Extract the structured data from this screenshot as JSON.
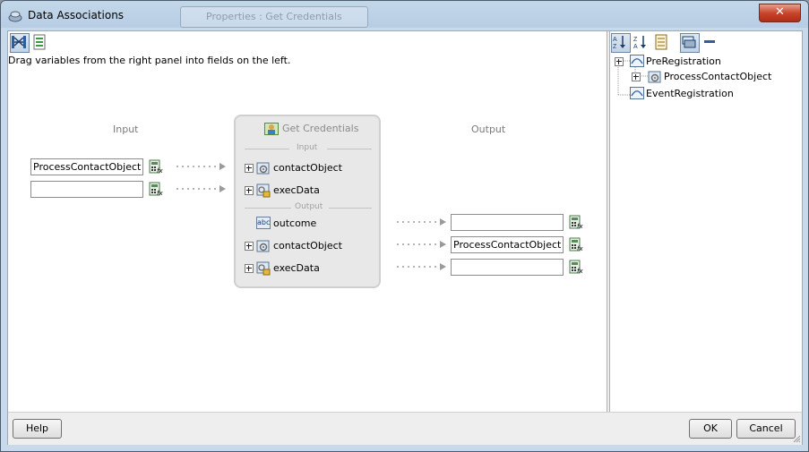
{
  "window": {
    "title": "Data Associations",
    "ghost_tab_title": "Properties : Get Credentials",
    "close_label": "✕"
  },
  "instruction": "Drag variables from the right panel into fields on the left.",
  "input_column": {
    "label": "Input",
    "fields": [
      {
        "value": "ProcessContactObject"
      },
      {
        "value": ""
      }
    ]
  },
  "output_column": {
    "label": "Output",
    "fields": [
      {
        "value": ""
      },
      {
        "value": "ProcessContactObject"
      },
      {
        "value": ""
      }
    ]
  },
  "activity": {
    "title": "Get Credentials",
    "input_section_label": "Input",
    "output_section_label": "Output",
    "inputs": [
      {
        "label": "contactObject",
        "icon": "object-gear-icon"
      },
      {
        "label": "execData",
        "icon": "object-lock-icon"
      }
    ],
    "outputs": [
      {
        "label": "outcome",
        "icon": "abc-string-icon",
        "icon_text": "abc"
      },
      {
        "label": "contactObject",
        "icon": "object-gear-icon"
      },
      {
        "label": "execData",
        "icon": "object-lock-icon"
      }
    ]
  },
  "tree": {
    "items": [
      {
        "label": "PreRegistration",
        "children": [
          {
            "label": "ProcessContactObject"
          }
        ]
      },
      {
        "label": "EventRegistration"
      }
    ]
  },
  "footer": {
    "help_label": "Help",
    "ok_label": "OK",
    "cancel_label": "Cancel"
  },
  "colors": {
    "title_bar": "#b7cde4",
    "close_button": "#c8462c",
    "panel_bg": "#e8e8e8",
    "footer_bg": "#eeeeee"
  }
}
